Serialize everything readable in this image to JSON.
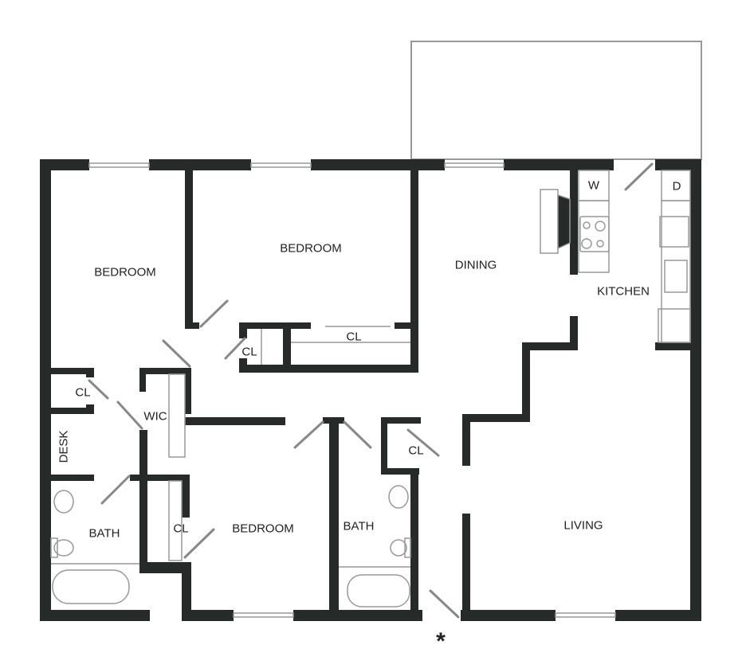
{
  "colors": {
    "wall": "#262a29",
    "fixture": "#9a9a9a",
    "background": "#ffffff"
  },
  "rooms": {
    "bedroom_left": "BEDROOM",
    "bedroom_top": "BEDROOM",
    "bedroom_bottom": "BEDROOM",
    "dining": "DINING",
    "kitchen": "KITCHEN",
    "living": "LIVING",
    "bath_left": "BATH",
    "bath_right": "BATH",
    "wic": "WIC",
    "desk": "DESK",
    "closet_1": "CL",
    "closet_2": "CL",
    "closet_3": "CL",
    "closet_4": "CL",
    "closet_5": "CL"
  },
  "appliances": {
    "washer": "W",
    "dryer": "D"
  },
  "entry_marker": "*"
}
